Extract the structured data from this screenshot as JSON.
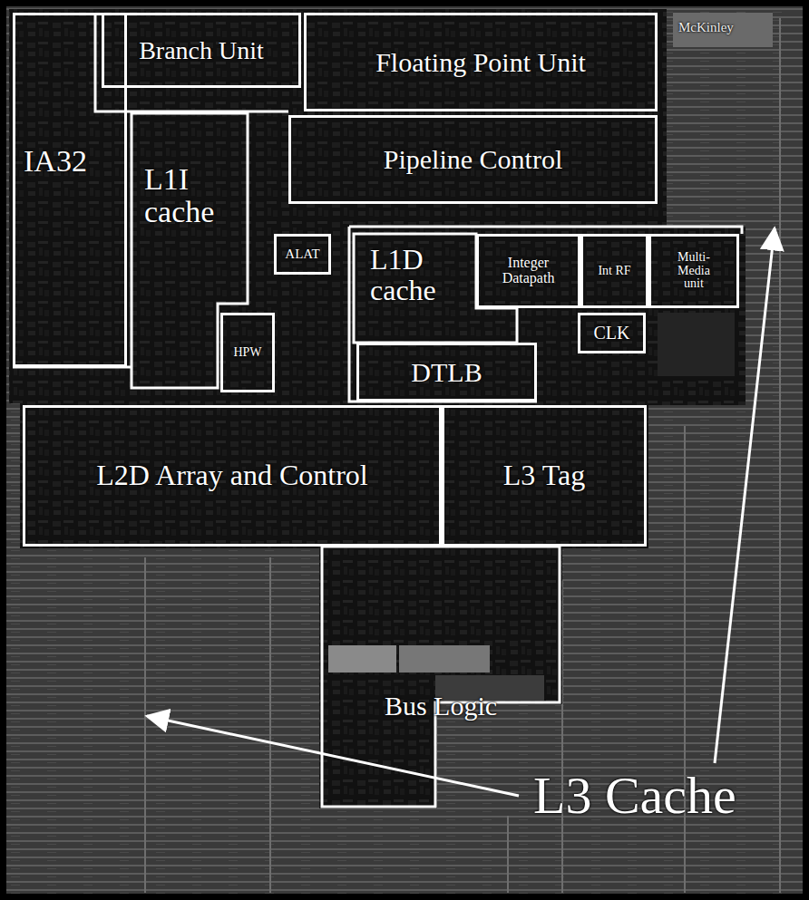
{
  "diagram": {
    "nodes": [
      {
        "text": [
          "Branch Unit"
        ]
      },
      {
        "text": [
          "Floating Point Unit"
        ]
      },
      {
        "text": [
          "IA32"
        ]
      },
      {
        "text": [
          "L1I cache"
        ]
      },
      {
        "text": [
          "Pipeline Control"
        ]
      },
      {
        "text": [
          "ALAT"
        ]
      },
      {
        "text": [
          "L1D cache"
        ]
      },
      {
        "text": [
          "Integer Datapath"
        ]
      },
      {
        "text": [
          "Int RF"
        ]
      },
      {
        "text": [
          "Multi-Media unit"
        ]
      },
      {
        "text": [
          "CLK"
        ]
      },
      {
        "text": [
          "HPW"
        ]
      },
      {
        "text": [
          "DTLB"
        ]
      },
      {
        "text": [
          "L2D Array and Control"
        ]
      },
      {
        "text": [
          "L3 Tag"
        ]
      },
      {
        "text": [
          "Bus Logic"
        ]
      }
    ],
    "labels": [
      "McKinley",
      "L3 Cache"
    ]
  }
}
